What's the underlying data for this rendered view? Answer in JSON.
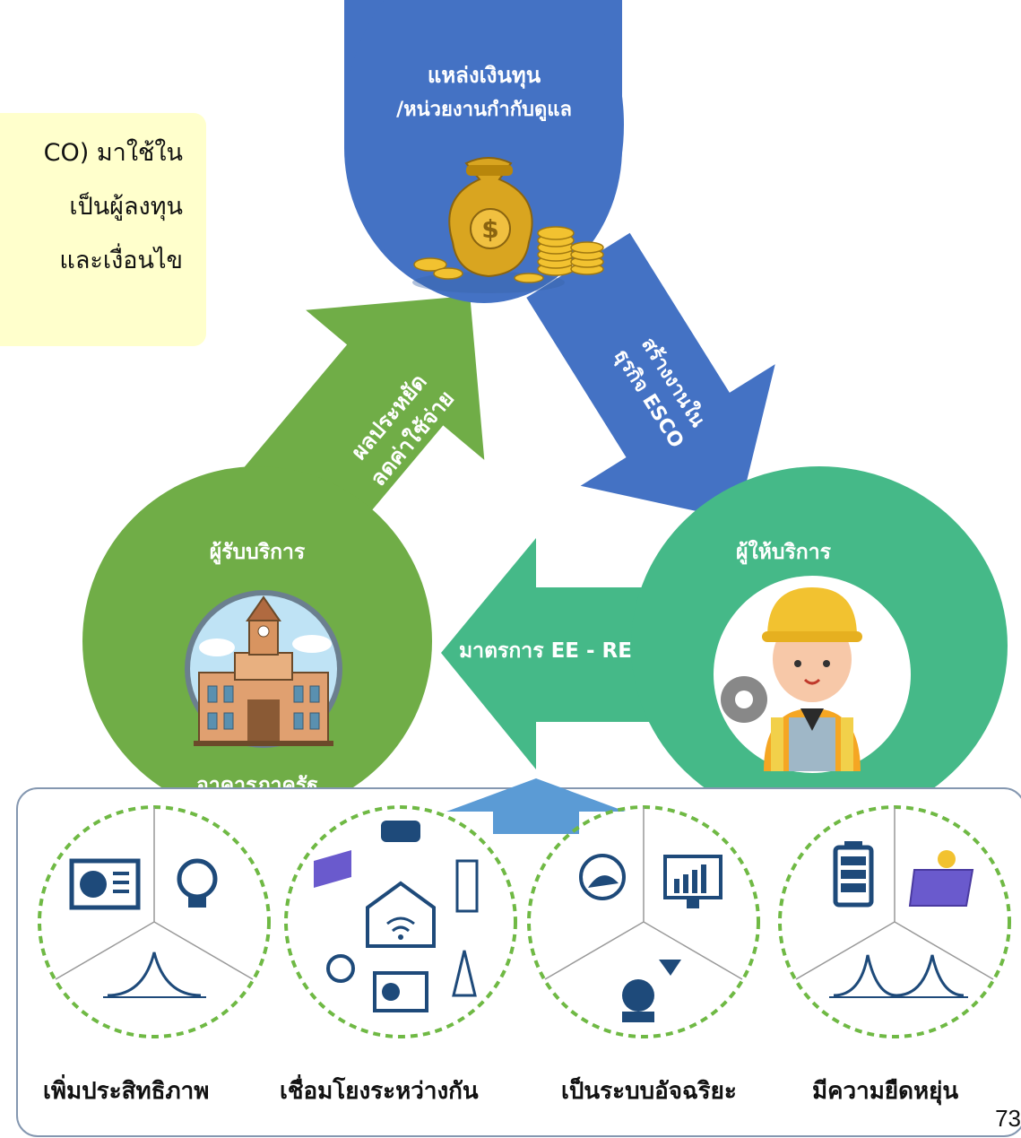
{
  "note": {
    "lines": [
      "CO) มาใช้ใน",
      "เป็นผู้ลงทุน",
      "และเงื่อนไข"
    ]
  },
  "funder": {
    "title_line1": "แหล่งเงินทุน",
    "title_line2": "/หน่วยงานกำกับดูแล",
    "icon": "money-bag-icon"
  },
  "receiver": {
    "title": "ผู้รับบริการ",
    "subtitle": "อาคารภาครัฐ",
    "icon": "government-building-icon"
  },
  "provider": {
    "title": "ผู้ให้บริการ",
    "icon": "engineer-worker-icon"
  },
  "arrows": {
    "savings_line1": "ผลประหยัด",
    "savings_line2": "ลดค่าใช้จ่าย",
    "esco_line1": "สร้างงานใน",
    "esco_line2": "ธุรกิจ ESCO",
    "measures": "มาตรการ EE - RE"
  },
  "features": [
    {
      "label": "เพิ่มประสิทธิภาพ",
      "icons": [
        "air-conditioner-icon",
        "light-bulb-icon",
        "bell-curve-icon"
      ]
    },
    {
      "label": "เชื่อมโยงระหว่างกัน",
      "icons": [
        "smart-home-icon",
        "car-icon",
        "solar-panel-icon",
        "fridge-icon",
        "bulb-icon",
        "pylon-icon",
        "ac-unit-icon"
      ]
    },
    {
      "label": "เป็นระบบอัจฉริยะ",
      "icons": [
        "thermostat-icon",
        "chart-monitor-icon",
        "person-sensor-icon"
      ]
    },
    {
      "label": "มีความยืดหยุ่น",
      "icons": [
        "battery-icon",
        "solar-panel-icon",
        "peak-shift-curve-icon"
      ]
    }
  ],
  "page_number": "73",
  "colors": {
    "funder_blue": "#4472c4",
    "receiver_green": "#70ad47",
    "provider_teal": "#45b988",
    "up_arrow_blue": "#5b9bd5",
    "note_bg": "#ffffcc"
  }
}
